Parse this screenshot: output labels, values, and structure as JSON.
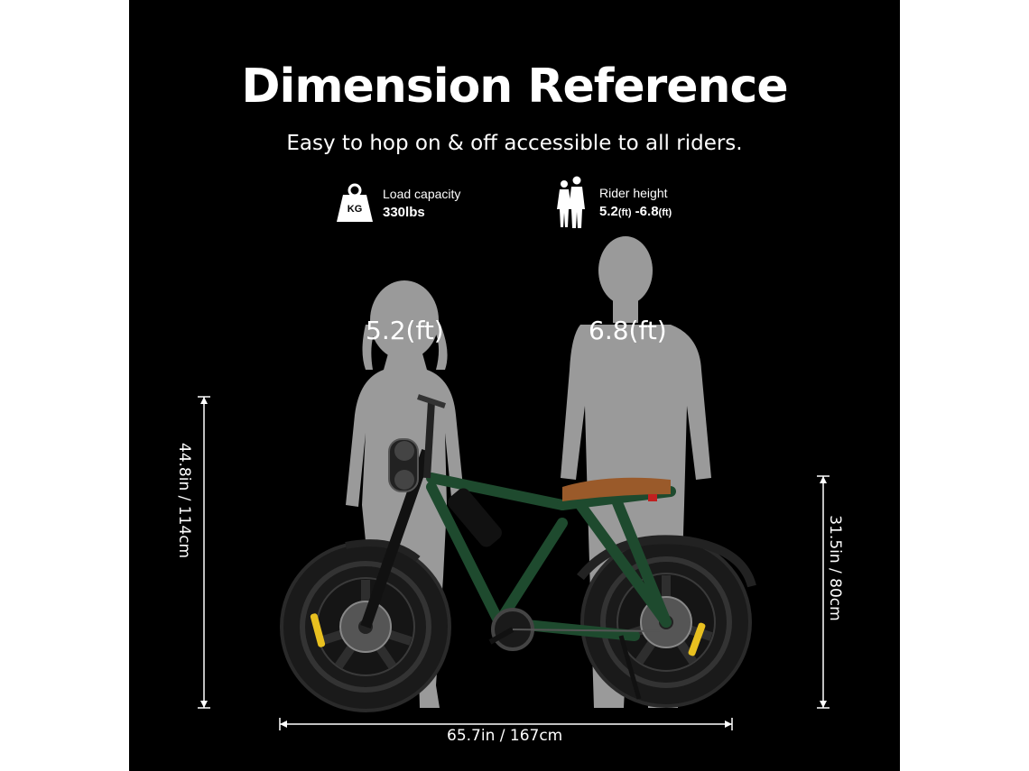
{
  "title": "Dimension Reference",
  "subtitle": "Easy to hop on & off accessible to all riders.",
  "specs": {
    "load": {
      "icon": "weight-icon",
      "icon_text": "KG",
      "label": "Load capacity",
      "value": "330lbs"
    },
    "rider": {
      "icon": "people-icon",
      "label": "Rider height",
      "value_main_1": "5.2",
      "value_unit_1": "(ft)",
      "value_sep": " -6.8",
      "value_unit_2": "(ft)"
    }
  },
  "figures": {
    "female_height": "5.2(ft)",
    "male_height": "6.8(ft)"
  },
  "dimensions": {
    "total_height": "44.8in / 114cm",
    "seat_height": "31.5in / 80cm",
    "length": "65.7in / 167cm"
  },
  "bike": {
    "frame_color": "#1e4a2e",
    "seat_color": "#9a5a2a",
    "accent_color": "#e8c020"
  }
}
